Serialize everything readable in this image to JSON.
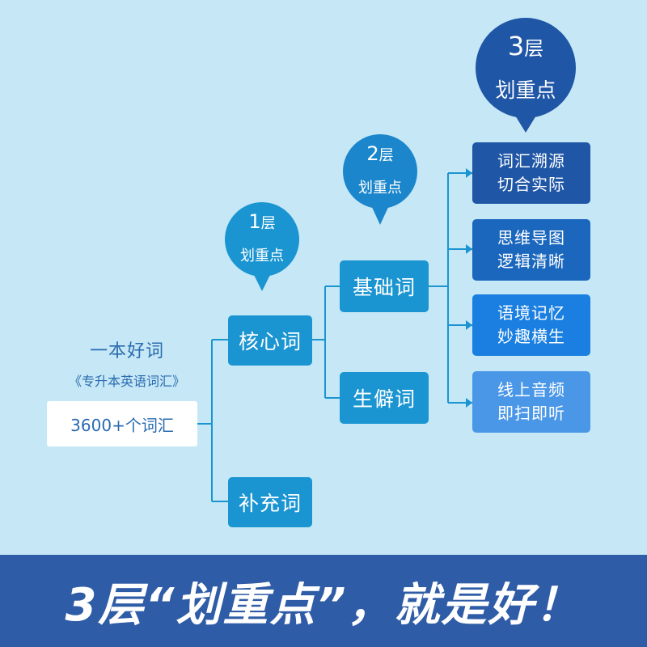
{
  "book": {
    "title": "一本好词",
    "subtitle": "《专升本英语词汇》",
    "count": "3600+个词汇"
  },
  "tree": {
    "core": "核心词",
    "supplement": "补充词",
    "basic": "基础词",
    "rare": "生僻词"
  },
  "features": [
    {
      "line1": "词汇溯源",
      "line2": "切合实际",
      "color": "#1f56a6"
    },
    {
      "line1": "思维导图",
      "line2": "逻辑清晰",
      "color": "#1b67bd"
    },
    {
      "line1": "语境记忆",
      "line2": "妙趣横生",
      "color": "#1a7fe0"
    },
    {
      "line1": "线上音频",
      "line2": "即扫即听",
      "color": "#4a97e8"
    }
  ],
  "pins": [
    {
      "num": "1",
      "unit": "层",
      "label": "划重点",
      "color": "#1b95d2"
    },
    {
      "num": "2",
      "unit": "层",
      "label": "划重点",
      "color": "#1b86cc"
    },
    {
      "num": "3",
      "unit": "层",
      "label": "划重点",
      "color": "#1f56a6"
    }
  ],
  "slogan": "3层“划重点”，就是好！",
  "colors": {
    "background": "#c6e8f6",
    "line": "#1b95d2",
    "band": "#2f5ca6"
  }
}
